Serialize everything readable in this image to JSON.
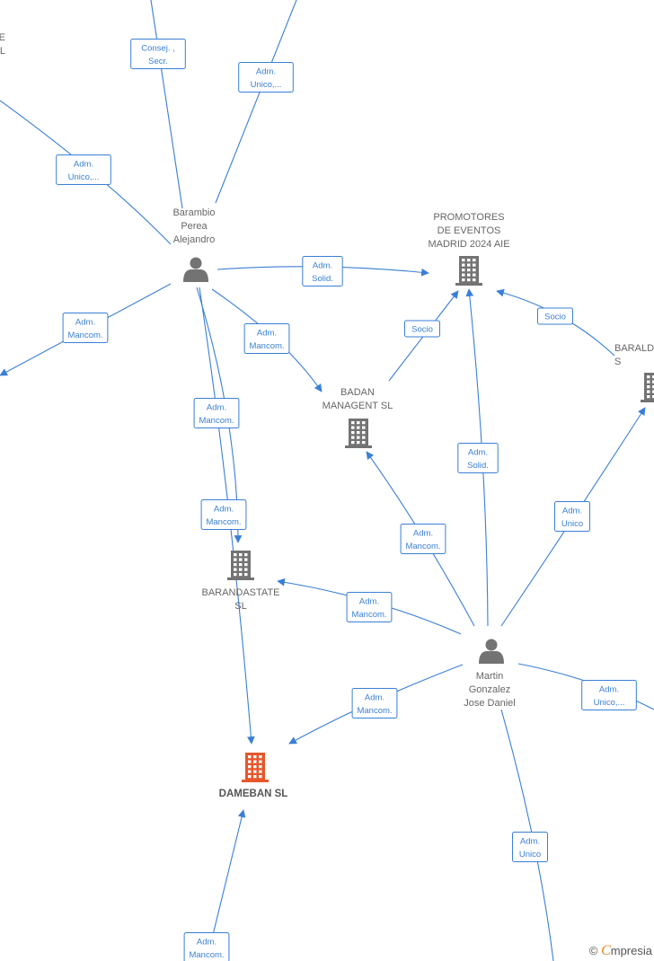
{
  "colors": {
    "edge": "#3a7fd5",
    "node": "#737373",
    "focus_node": "#e8562a"
  },
  "nodes": [
    {
      "id": "barambio",
      "type": "person",
      "label": [
        "Barambio",
        "Perea",
        "Alejandro"
      ],
      "icon": "person-icon"
    },
    {
      "id": "promotores",
      "type": "company",
      "label": [
        "PROMOTORES",
        "DE EVENTOS",
        "MADRID 2024 AIE"
      ],
      "icon": "building-icon"
    },
    {
      "id": "badan",
      "type": "company",
      "label": [
        "BADAN",
        "MANAGENT  SL"
      ],
      "icon": "building-icon"
    },
    {
      "id": "barandastate",
      "type": "company",
      "label": [
        "BARANDASTATE",
        "SL"
      ],
      "icon": "building-icon"
    },
    {
      "id": "dameban",
      "type": "company",
      "focus": true,
      "label": [
        "DAMEBAN  SL"
      ],
      "icon": "building-icon"
    },
    {
      "id": "martin",
      "type": "person",
      "label": [
        "Martin",
        "Gonzalez",
        "Jose Daniel"
      ],
      "icon": "person-icon"
    },
    {
      "id": "baralda",
      "type": "company",
      "label": [
        "BARALDA",
        "S"
      ],
      "icon": "building-icon"
    },
    {
      "id": "left_co",
      "type": "company",
      "label": [
        "E",
        "SL"
      ],
      "icon": "building-icon"
    }
  ],
  "edges": [
    {
      "id": "e1",
      "label": [
        "Consej. ,",
        "Secr."
      ]
    },
    {
      "id": "e2",
      "label": [
        "Adm.",
        "Unico,..."
      ]
    },
    {
      "id": "e3",
      "label": [
        "Adm.",
        "Unico,..."
      ]
    },
    {
      "id": "e4",
      "label": [
        "Adm.",
        "Solid."
      ]
    },
    {
      "id": "e5",
      "label": [
        "Adm.",
        "Mancom."
      ]
    },
    {
      "id": "e6",
      "label": [
        "Adm.",
        "Mancom."
      ]
    },
    {
      "id": "e7",
      "label": [
        "Adm.",
        "Mancom."
      ]
    },
    {
      "id": "e8",
      "label": [
        "Adm.",
        "Mancom."
      ]
    },
    {
      "id": "e9",
      "label": [
        "Socio"
      ]
    },
    {
      "id": "e10",
      "label": [
        "Socio"
      ]
    },
    {
      "id": "e11",
      "label": [
        "Adm.",
        "Solid."
      ]
    },
    {
      "id": "e12",
      "label": [
        "Adm.",
        "Mancom."
      ]
    },
    {
      "id": "e13",
      "label": [
        "Adm.",
        "Unico"
      ]
    },
    {
      "id": "e14",
      "label": [
        "Adm.",
        "Mancom."
      ]
    },
    {
      "id": "e15",
      "label": [
        "Adm.",
        "Mancom."
      ]
    },
    {
      "id": "e16",
      "label": [
        "Adm.",
        "Unico,..."
      ]
    },
    {
      "id": "e17",
      "label": [
        "Adm.",
        "Unico"
      ]
    },
    {
      "id": "e18",
      "label": [
        "Adm.",
        "Mancom."
      ]
    }
  ],
  "brand": {
    "copyright": "©",
    "initial": "C",
    "name": "mpresia"
  }
}
